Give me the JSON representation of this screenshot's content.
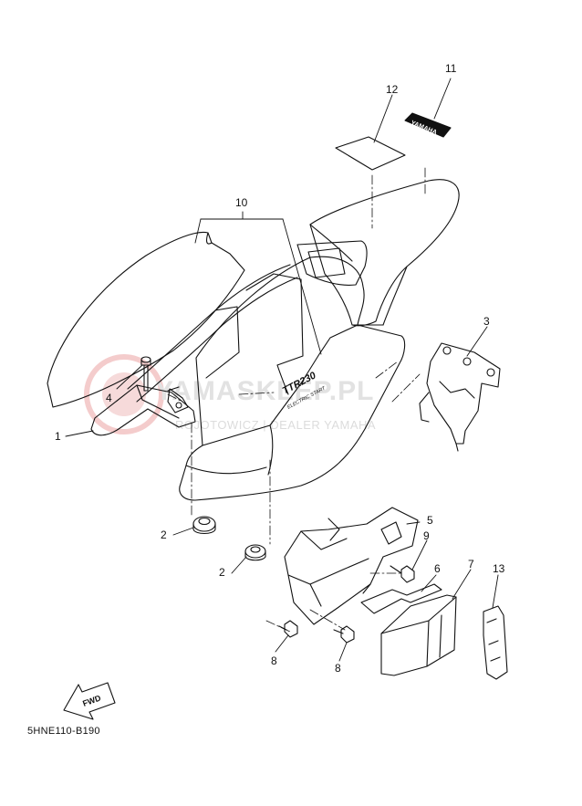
{
  "diagram": {
    "code": "5HNE110-B190",
    "fwd_label": "FWD",
    "decal_text": "TTR230",
    "decal_subtext": "ELECTRIC START",
    "emblem_text": "YAMAHA",
    "watermark": {
      "main": "YAMASKLEP.PL",
      "sub": "ROJOTOWICZ | DEALER YAMAHA"
    },
    "callouts": [
      {
        "id": "11",
        "text": "11"
      },
      {
        "id": "12",
        "text": "12"
      },
      {
        "id": "10",
        "text": "10"
      },
      {
        "id": "3",
        "text": "3"
      },
      {
        "id": "4",
        "text": "4"
      },
      {
        "id": "1",
        "text": "1"
      },
      {
        "id": "5",
        "text": "5"
      },
      {
        "id": "9",
        "text": "9"
      },
      {
        "id": "2a",
        "text": "2"
      },
      {
        "id": "2b",
        "text": "2"
      },
      {
        "id": "6",
        "text": "6"
      },
      {
        "id": "7",
        "text": "7"
      },
      {
        "id": "13",
        "text": "13"
      },
      {
        "id": "8a",
        "text": "8"
      },
      {
        "id": "8b",
        "text": "8"
      }
    ]
  }
}
